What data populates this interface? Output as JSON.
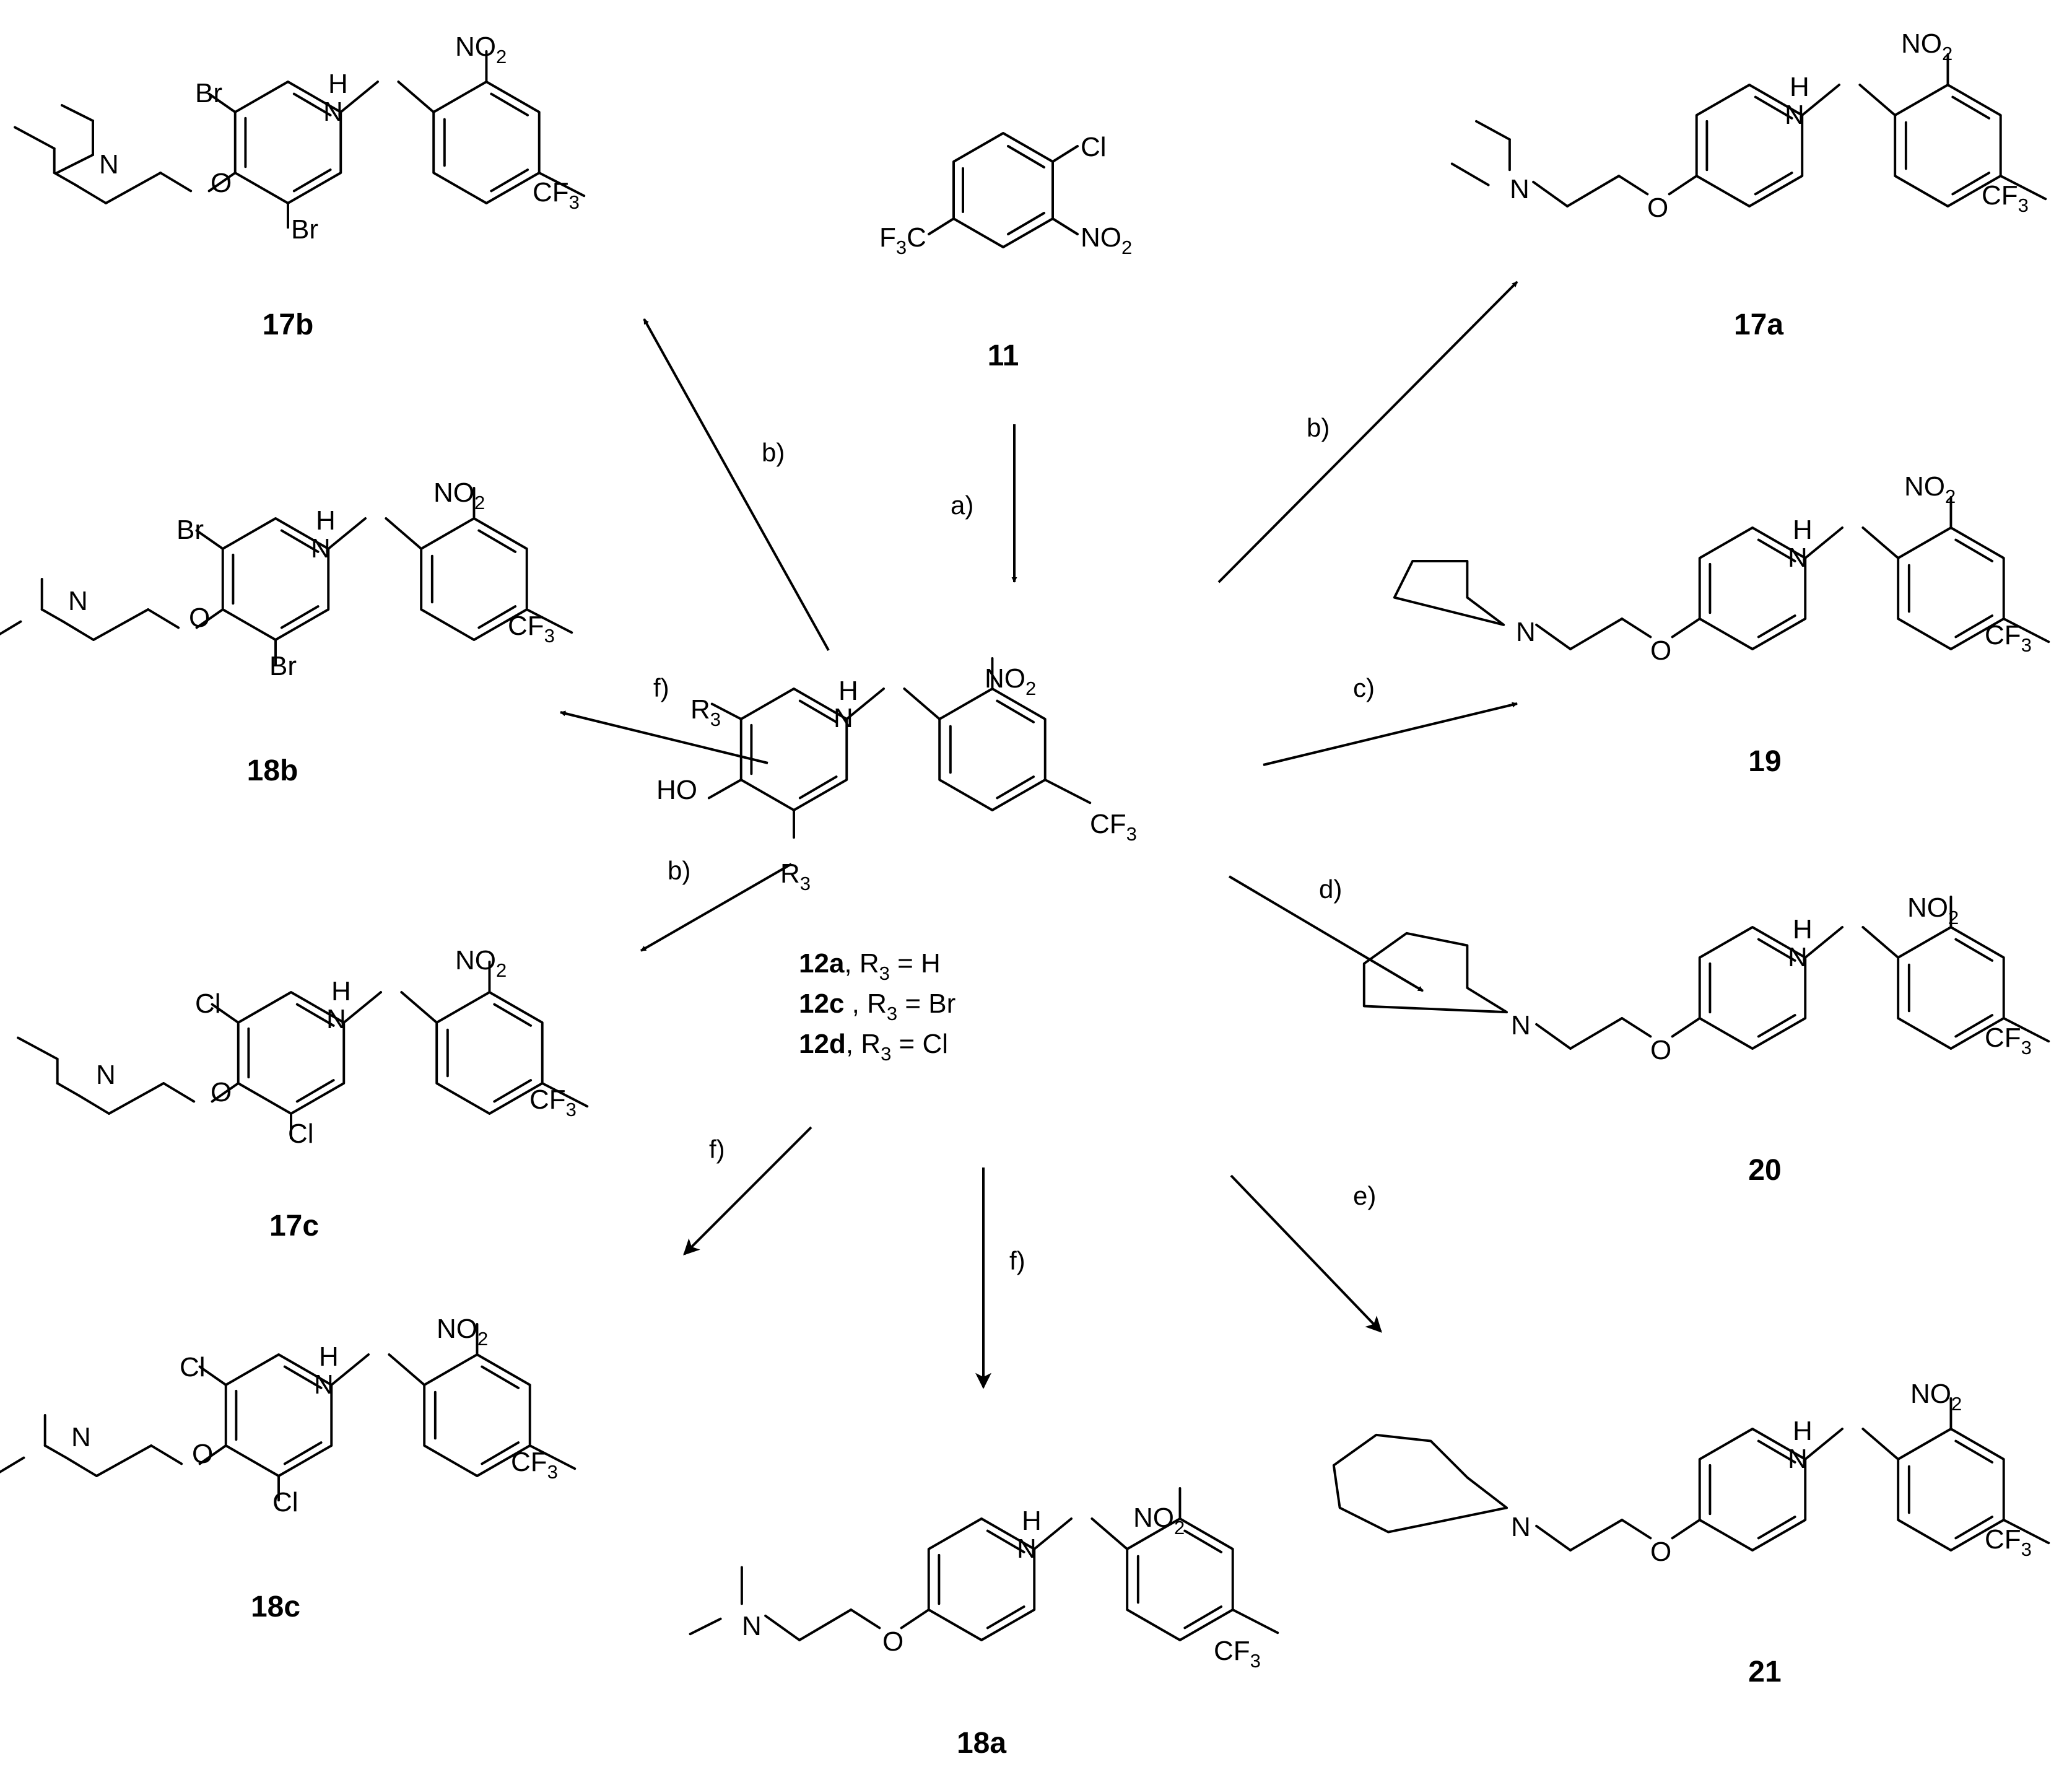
{
  "atoms": {
    "nh": "H",
    "n": "N",
    "no2": "NO",
    "o": "O",
    "cf": "CF",
    "three": "3",
    "two": "2",
    "br": "Br",
    "cl": "Cl",
    "ho": "HO",
    "r": "R",
    "f3c": "F",
    "f3c_c": "C"
  },
  "compounds": {
    "c11": "11",
    "c12_legend": [
      {
        "id": "12a",
        "rest_pre": ", R",
        "sub": "3",
        "rest_post": " = H"
      },
      {
        "id": "12c",
        "rest_pre": " , R",
        "sub": "3",
        "rest_post": " = Br"
      },
      {
        "id": "12d",
        "rest_pre": ", R",
        "sub": "3",
        "rest_post": " = Cl"
      }
    ],
    "c17a": "17a",
    "c17b": "17b",
    "c17c": "17c",
    "c18a": "18a",
    "c18b": "18b",
    "c18c": "18c",
    "c19": "19",
    "c20": "20",
    "c21": "21"
  },
  "conditions": {
    "a": "a)",
    "b_upper_left": "b)",
    "b_upper_right": "b)",
    "b_lower_left": "b)",
    "c": "c)",
    "d": "d)",
    "e": "e)",
    "f_left": "f)",
    "f_lower_left": "f)",
    "f_bottom": "f)"
  }
}
